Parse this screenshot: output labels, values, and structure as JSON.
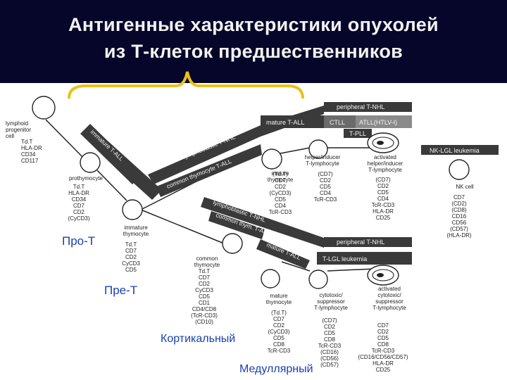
{
  "title_line1": "Антигенные характеристики опухолей",
  "title_line2": "из Т-клеток предшественников",
  "overlay_labels": {
    "pro_t": "Про-Т",
    "pre_t": "Пре-Т",
    "cortical": "Кортикальный",
    "medullary": "Медуллярный"
  },
  "colors": {
    "title_bg": "#06062a",
    "title_text": "#f2f2f2",
    "brace": "#e8c21a",
    "overlay_text": "#1a3fb0",
    "bands": "#3a3a3a"
  },
  "bands": {
    "immature_tall_upper": "immature T-ALL",
    "lbl_tnhl_upper": "lymphoblastic T-NHL",
    "common_tall_upper": "common thymocyte T-ALL",
    "mature_tall_upper": "mature T-ALL",
    "peripheral_upper": "peripheral T-NHL",
    "ctll": "CTLL",
    "atll": "ATLL(HTLV-I)",
    "tpll": "T-PLL",
    "nk_lgl": "NK-LGL leukemia",
    "lbl_tnhl_lower": "lymphoblastic T-NHL",
    "common_tall_lower": "common thym. T-ALL",
    "mature_tall_lower": "mature T-ALL",
    "peripheral_lower": "peripheral T-NHL",
    "tlgl": "T-LGL leukemia"
  },
  "cells": {
    "lymphoid_progenitor": {
      "name": "lymphoid progenitor cell",
      "markers": [
        "Td.T",
        "HLA-DR",
        "CD34",
        "CD117"
      ]
    },
    "prothymocyte": {
      "name": "prothymocyte",
      "markers": [
        "Td.T",
        "HLA-DR",
        "CD34",
        "CD7",
        "CD2",
        "(CyCD3)"
      ]
    },
    "immature_thymocyte": {
      "name": "immature thymocyte",
      "markers": [
        "Td.T",
        "CD7",
        "CD2",
        "CyCD3",
        "CD5"
      ]
    },
    "common_thymocyte": {
      "name": "common thymocyte",
      "markers": [
        "Td.T",
        "CD7",
        "CD2",
        "CyCD3",
        "CD5",
        "CD1",
        "CD4/CD8",
        "(TcR-CD3)",
        "(CD10)"
      ]
    },
    "mature_thymocyte_upper": {
      "name": "mature thymocyte",
      "markers": [
        "(Td.T)",
        "CD7",
        "CD2",
        "(CyCD3)",
        "CD5",
        "CD4",
        "TcR-CD3"
      ]
    },
    "helper_inducer": {
      "name": "helper/inducer T-lymphocyte",
      "markers": [
        "(CD7)",
        "CD2",
        "CD5",
        "CD4",
        "TcR-CD3"
      ]
    },
    "activated_helper": {
      "name": "activated helper/inducer T-lymphocyte",
      "markers": [
        "(CD7)",
        "CD2",
        "CD5",
        "CD4",
        "TcR-CD3",
        "HLA-DR",
        "CD25"
      ]
    },
    "nk_cell": {
      "name": "NK cell",
      "markers": [
        "CD7",
        "(CD2)",
        "(CD8)",
        "CD16",
        "CD56",
        "(CD57)",
        "(HLA-DR)"
      ]
    },
    "mature_thymocyte_lower": {
      "name": "mature thymocyte",
      "markers": [
        "(Td.T)",
        "CD7",
        "CD2",
        "(CyCD3)",
        "CD5",
        "CD8",
        "TcR-CD3"
      ]
    },
    "cytotoxic_suppressor": {
      "name": "cytotoxic/ suppressor T-lymphocyte",
      "markers": [
        "(CD7)",
        "CD2",
        "CD5",
        "CD8",
        "TcR-CD3",
        "(CD16)",
        "(CD56)",
        "(CD57)"
      ]
    },
    "activated_cytotoxic": {
      "name": "activated cytotoxic/ suppressor T-lymphocyte",
      "markers": [
        "CD7",
        "CD2",
        "CD5",
        "CD8",
        "TcR-CD3",
        "(CD16/CD56/CD57)",
        "HLA-DR",
        "CD25"
      ]
    }
  }
}
